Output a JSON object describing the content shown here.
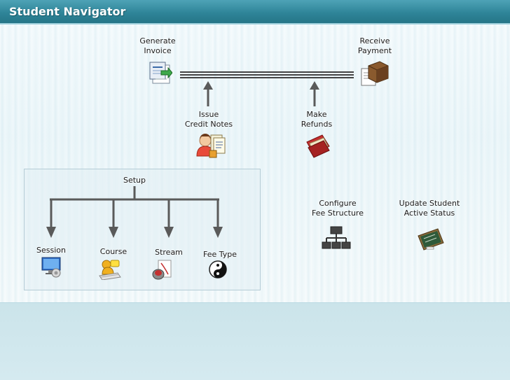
{
  "header": {
    "title": "Student Navigator"
  },
  "flow": {
    "generate_invoice": [
      "Generate",
      "Invoice"
    ],
    "receive_payment": [
      "Receive",
      "Payment"
    ],
    "issue_credit_notes": [
      "Issue",
      "Credit Notes"
    ],
    "make_refunds": [
      "Make",
      "Refunds"
    ]
  },
  "setup": {
    "title": "Setup",
    "items": [
      "Session",
      "Course",
      "Stream",
      "Fee Type"
    ]
  },
  "actions": {
    "configure_fee_structure": [
      "Configure",
      "Fee Structure"
    ],
    "update_student_status": [
      "Update Student",
      "Active Status"
    ]
  },
  "icons": {
    "generate_invoice": "invoice-document-icon",
    "receive_payment": "payment-package-icon",
    "issue_credit_notes": "credit-note-person-icon",
    "make_refunds": "refund-notes-icon",
    "session": "session-monitor-icon",
    "course": "course-books-icon",
    "stream": "stream-mouse-icon",
    "fee_type": "yin-yang-icon",
    "configure_fee_structure": "hierarchy-icon",
    "update_student_status": "chalkboard-icon"
  },
  "colors": {
    "header": "#2f8599",
    "connector": "#5a5a5a"
  }
}
